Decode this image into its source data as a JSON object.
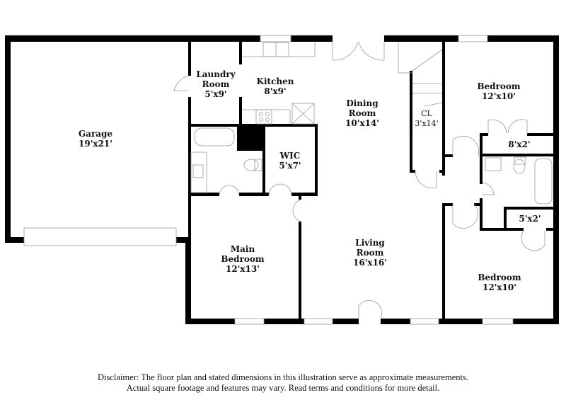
{
  "rooms": {
    "garage": {
      "name": "Garage",
      "dim": "19'x21'"
    },
    "laundry": {
      "name_line1": "Laundry",
      "name_line2": "Room",
      "dim": "5'x9'"
    },
    "kitchen": {
      "name": "Kitchen",
      "dim": "8'x9'"
    },
    "dining": {
      "name_line1": "Dining",
      "name_line2": "Room",
      "dim": "10'x14'"
    },
    "closet": {
      "name": "CL",
      "dim": "3'x14'"
    },
    "bedroom_top": {
      "name": "Bedroom",
      "dim": "12'x10'"
    },
    "closet_8x2": {
      "dim": "8'x2'"
    },
    "wic": {
      "name": "WIC",
      "dim": "5'x7'"
    },
    "main_bedroom": {
      "name_line1": "Main",
      "name_line2": "Bedroom",
      "dim": "12'x13'"
    },
    "living": {
      "name_line1": "Living",
      "name_line2": "Room",
      "dim": "16'x16'"
    },
    "closet_5x2": {
      "dim": "5'x2'"
    },
    "bedroom_bottom": {
      "name": "Bedroom",
      "dim": "12'x10'"
    }
  },
  "disclaimer": {
    "line1": "Disclaimer: The floor plan and stated dimensions in this illustration serve as approximate measurements.",
    "line2": "Actual square footage and features may vary. Read terms and conditions for more detail."
  },
  "colors": {
    "wall": "#000000",
    "fixture": "#999999",
    "background": "#ffffff"
  }
}
